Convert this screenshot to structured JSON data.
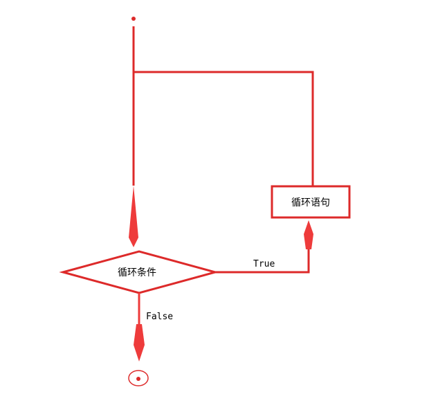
{
  "diagram": {
    "loop_body_label": "循环语句",
    "condition_label": "循环条件",
    "true_label": "True",
    "false_label": "False"
  },
  "colors": {
    "stroke": "#dd2a2a",
    "arrow": "#ee3b3b",
    "text": "#000000",
    "background": "#ffffff"
  }
}
